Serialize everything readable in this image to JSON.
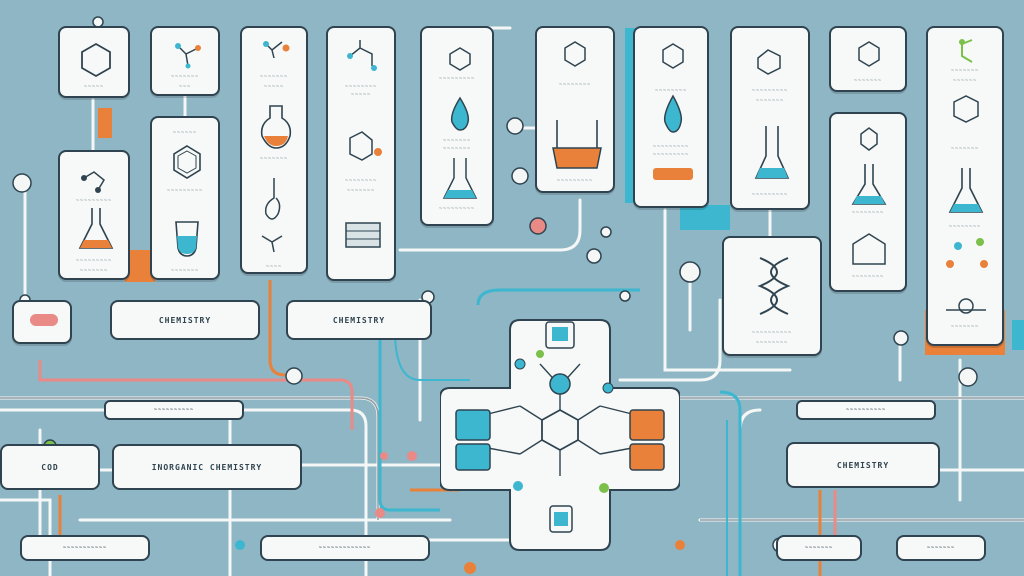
{
  "colors": {
    "background": "#8fb6c4",
    "card": "#f7f9f8",
    "outline": "#2f4450",
    "orange": "#e9813a",
    "cyan": "#3db6cf",
    "pink": "#e98a86",
    "green": "#7cc04a"
  },
  "hubs": {
    "chemistry_left": "CHEMISTRY",
    "chemistry_mid": "CHEMISTRY",
    "chemistry_right": "CHEMISTRY",
    "inorganic_chemistry": "INORGANIC CHEMISTRY",
    "cod": "COD"
  },
  "cards": [
    {
      "id": "cyclohexane",
      "icon": "hexagon-molecule-icon"
    },
    {
      "id": "small-molecule-1",
      "icon": "molecule-icon"
    },
    {
      "id": "round-flask",
      "icon": "round-flask-orange-icon"
    },
    {
      "id": "molecule-top-4",
      "icon": "molecule-icon"
    },
    {
      "id": "droplet-1",
      "icon": "droplet-icon"
    },
    {
      "id": "beaker-orange",
      "icon": "beaker-orange-icon"
    },
    {
      "id": "droplet-2",
      "icon": "droplet-icon"
    },
    {
      "id": "erlenmeyer-cyan",
      "icon": "erlenmeyer-cyan-icon"
    },
    {
      "id": "molecule-green",
      "icon": "molecule-green-icon"
    },
    {
      "id": "erlenmeyer-orange",
      "icon": "erlenmeyer-orange-icon"
    },
    {
      "id": "benzene",
      "icon": "benzene-icon"
    },
    {
      "id": "dna",
      "icon": "dna-helix-icon"
    }
  ]
}
